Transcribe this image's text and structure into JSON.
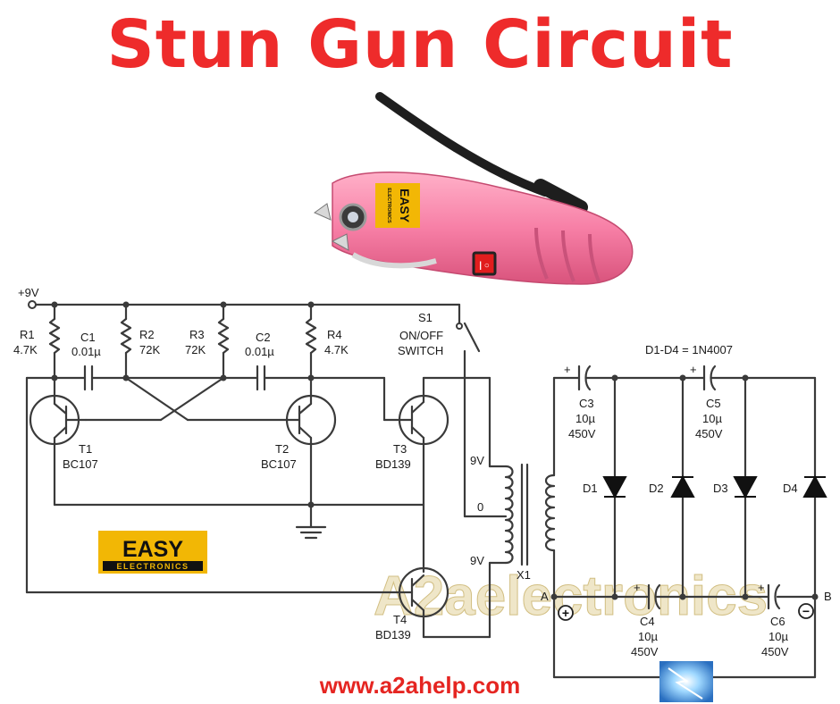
{
  "title": "Stun Gun Circuit",
  "footer_url": "www.a2ahelp.com",
  "watermark": "A2aelectronics",
  "logo": {
    "line1": "EASY",
    "line2": "ELECTRONICS"
  },
  "device_logo": {
    "line1": "EASY",
    "line2": "ELECTRONICS"
  },
  "labels": {
    "supply": "+9V",
    "r1_name": "R1",
    "r1_value": "4.7K",
    "r2_name": "R2",
    "r2_value": "72K",
    "r3_name": "R3",
    "r3_value": "72K",
    "r4_name": "R4",
    "r4_value": "4.7K",
    "c1_name": "C1",
    "c1_value": "0.01µ",
    "c2_name": "C2",
    "c2_value": "0.01µ",
    "t1_name": "T1",
    "t1_part": "BC107",
    "t2_name": "T2",
    "t2_part": "BC107",
    "t3_name": "T3",
    "t3_part": "BD139",
    "t4_name": "T4",
    "t4_part": "BD139",
    "s1_name": "S1",
    "s1_line1": "ON/OFF",
    "s1_line2": "SWITCH",
    "tap_top": "9V",
    "tap_mid": "0",
    "tap_bottom": "9V",
    "x1": "X1",
    "diode_note": "D1-D4 = 1N4007",
    "c3_name": "C3",
    "c3_value": "10µ",
    "c3_voltage": "450V",
    "c5_name": "C5",
    "c5_value": "10µ",
    "c5_voltage": "450V",
    "c4_name": "C4",
    "c4_value": "10µ",
    "c4_voltage": "450V",
    "c6_name": "C6",
    "c6_value": "10µ",
    "c6_voltage": "450V",
    "d1": "D1",
    "d2": "D2",
    "d3": "D3",
    "d4": "D4",
    "node_a": "A",
    "node_b": "B",
    "plus": "+",
    "minus": "−"
  },
  "colors": {
    "title": "#ee2b2b",
    "url": "#e52521",
    "logo_bg": "#f2b705",
    "device": "#f77fa6",
    "wire": "#3a3a3a"
  }
}
